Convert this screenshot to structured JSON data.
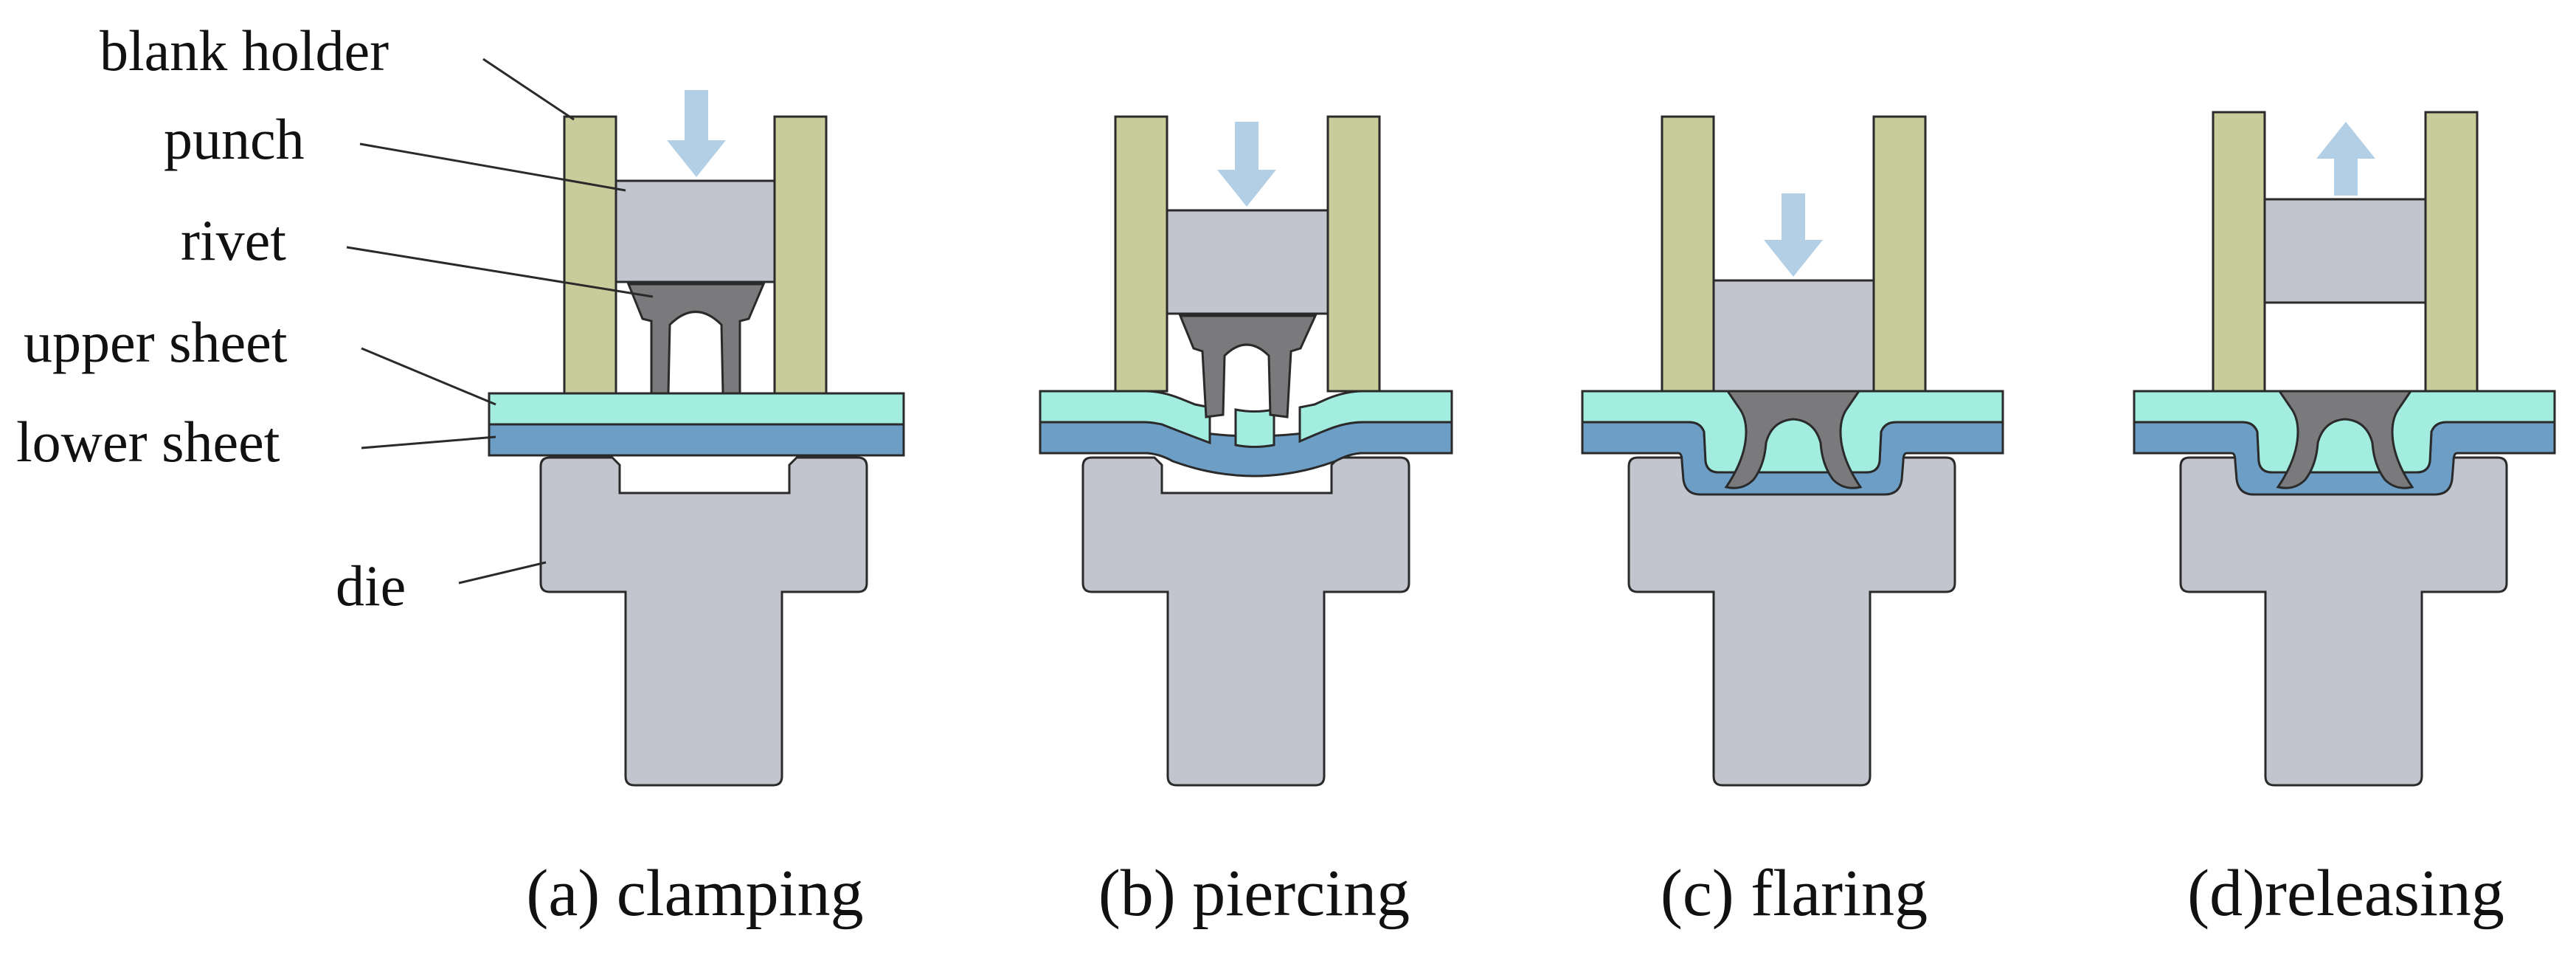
{
  "labels": {
    "blank_holder": "blank holder",
    "punch": "punch",
    "rivet": "rivet",
    "upper_sheet": "upper sheet",
    "lower_sheet": "lower sheet",
    "die": "die"
  },
  "captions": [
    "(a) clamping",
    "(b) piercing",
    "(c) flaring",
    "(d)releasing"
  ],
  "colors": {
    "blank_holder": "#c8cc9b",
    "punch": "#c3c5ce",
    "rivet": "#7a7a7c",
    "upper_sheet": "#a3ece0",
    "lower_sheet": "#6c9ec6",
    "die": "#c3c5ce",
    "arrow": "#b3cfe5",
    "outline": "#2a2a2a"
  },
  "arrows": [
    "down",
    "down",
    "down",
    "up"
  ]
}
